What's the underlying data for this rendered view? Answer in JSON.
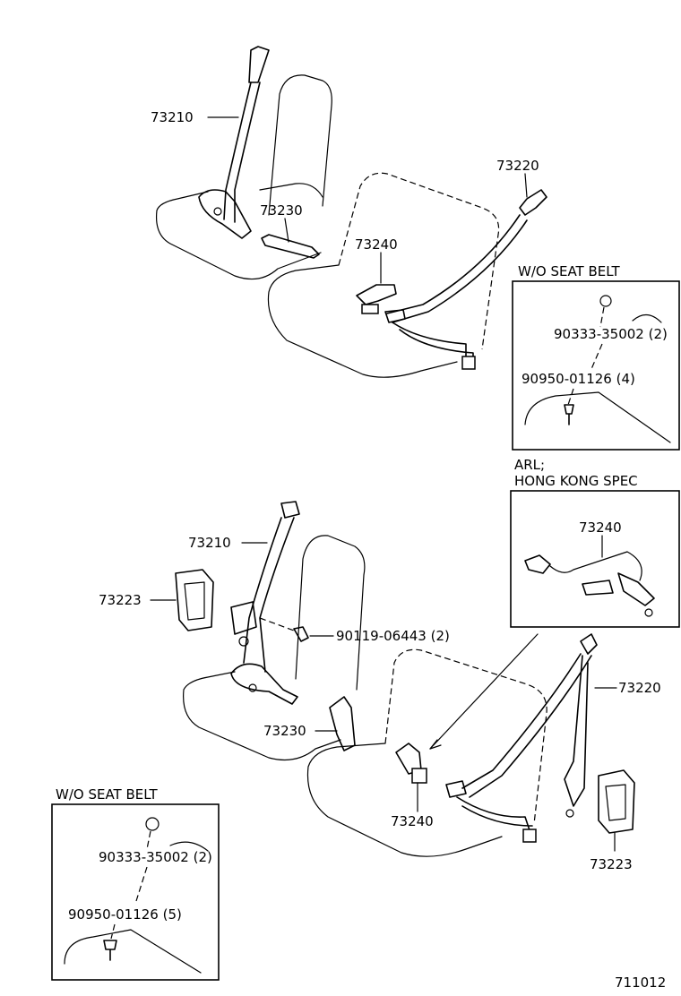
{
  "diagram_id": "711012",
  "labels": {
    "upper_73210": "73210",
    "upper_73230": "73230",
    "upper_73240": "73240",
    "upper_73220": "73220",
    "lower_73210": "73210",
    "lower_73223_left": "73223",
    "lower_90119": "90119-06443 (2)",
    "lower_73230": "73230",
    "lower_73240": "73240",
    "lower_73220": "73220",
    "lower_73223_right": "73223"
  },
  "inset_upper": {
    "title": "W/O SEAT BELT",
    "part_a": "90333-35002 (2)",
    "part_b": "90950-01126 (4)"
  },
  "inset_arl": {
    "title_line1": "ARL;",
    "title_line2": "HONG KONG SPEC",
    "part": "73240"
  },
  "inset_lower": {
    "title": "W/O SEAT BELT",
    "part_a": "90333-35002 (2)",
    "part_b": "90950-01126 (5)"
  }
}
